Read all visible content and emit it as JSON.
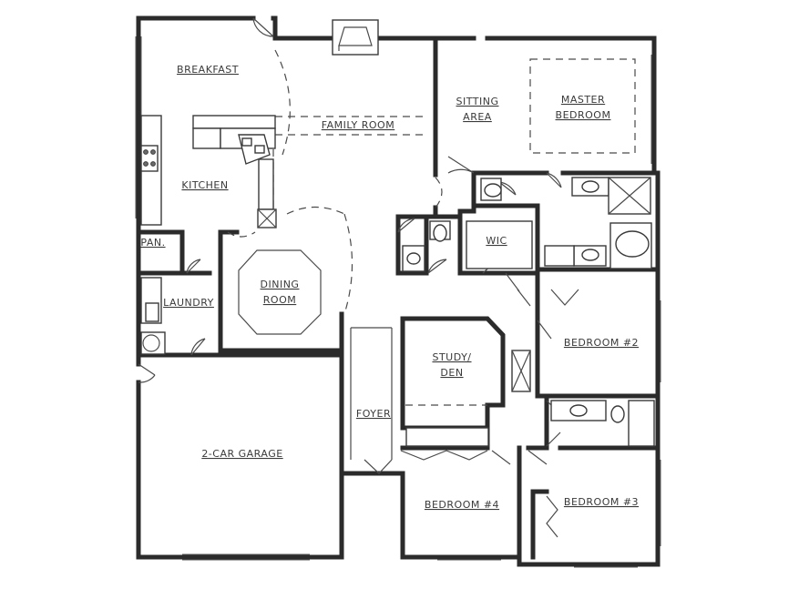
{
  "rooms": {
    "breakfast": "BREAKFAST",
    "family_room": "FAMILY ROOM",
    "sitting_area_line1": "SITTING",
    "sitting_area_line2": "AREA",
    "master_bedroom_line1": "MASTER",
    "master_bedroom_line2": "BEDROOM",
    "kitchen": "KITCHEN",
    "pantry": "PAN.",
    "wic": "WIC",
    "dining_room_line1": "DINING",
    "dining_room_line2": "ROOM",
    "laundry": "LAUNDRY",
    "bedroom_2": "BEDROOM #2",
    "study_den_line1": "STUDY/",
    "study_den_line2": "DEN",
    "foyer": "FOYER",
    "garage": "2-CAR GARAGE",
    "bedroom_4": "BEDROOM #4",
    "bedroom_3": "BEDROOM #3"
  }
}
